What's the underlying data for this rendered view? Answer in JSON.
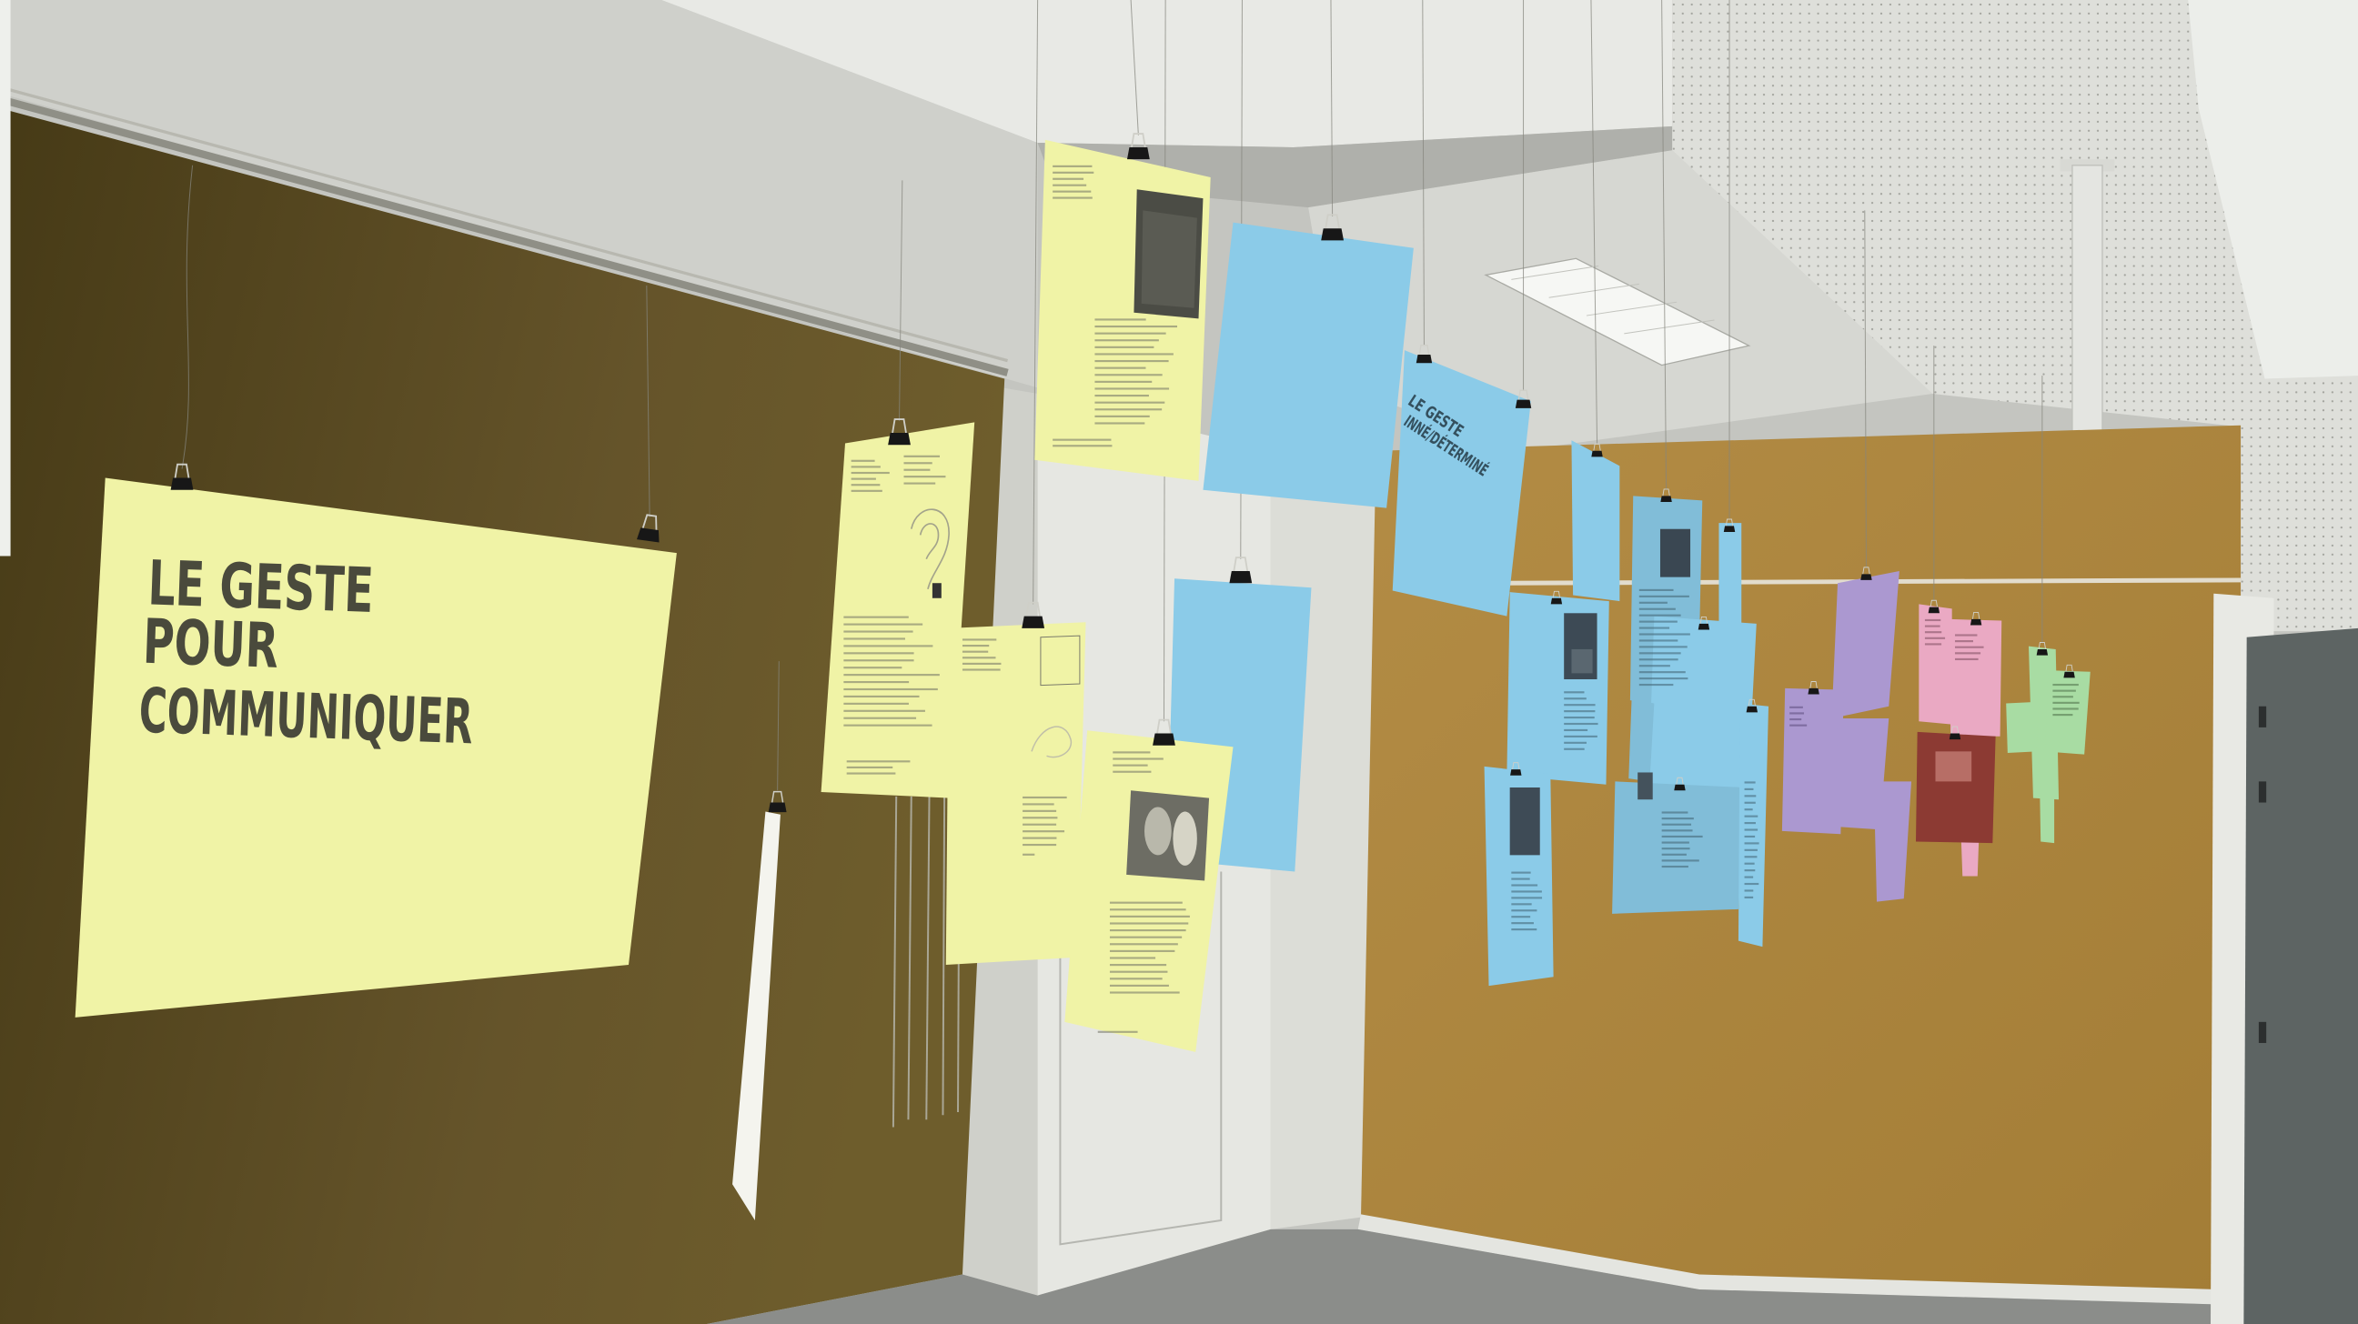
{
  "signs": {
    "main": {
      "lines": [
        "LE GESTE",
        "POUR",
        "COMMUNIQUER"
      ]
    },
    "secondary": {
      "lines": [
        "LE GESTE",
        "INNÉ/DÉTERMINÉ"
      ]
    }
  },
  "colors": {
    "paper_yellow": "#f0f3a6",
    "paper_blue": "#8bcbe8",
    "paper_purple": "#ab98d0",
    "paper_pink": "#eaa9c3",
    "paper_red": "#8c3a33",
    "paper_green": "#a8dca3",
    "left_board": "#65542a",
    "cork_board": "#b38c45",
    "sign_text": "#4a4a3c"
  }
}
